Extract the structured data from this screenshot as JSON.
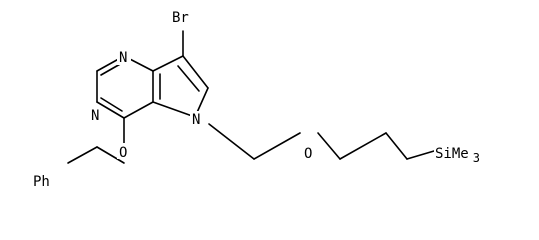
{
  "molecule": {
    "labels": {
      "br": "Br",
      "n_top": "N",
      "n_mid": "N",
      "n_ring": "N",
      "o_ether": "O",
      "o_benzyl": "O",
      "ph": "Ph",
      "sime": "SiMe",
      "sub3": "3"
    }
  }
}
